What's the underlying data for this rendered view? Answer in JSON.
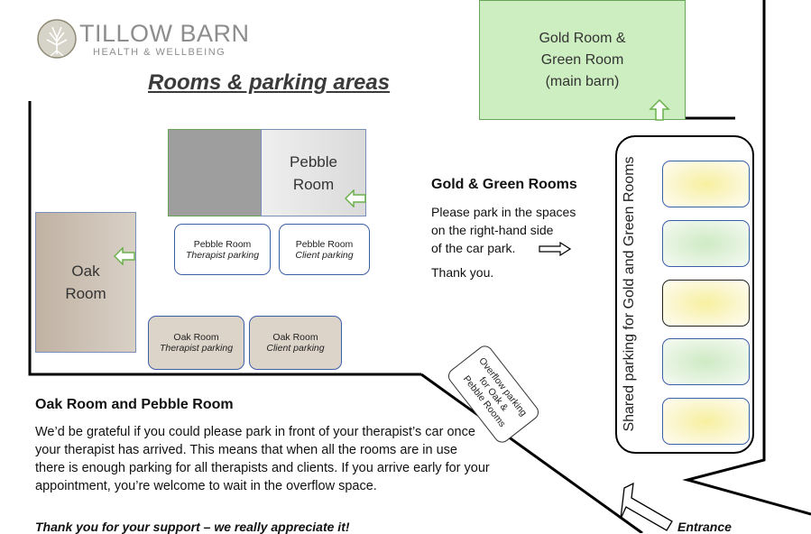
{
  "logo": {
    "title": "TILLOW BARN",
    "subtitle": "HEALTH & WELLBEING",
    "icon": "tree-icon"
  },
  "page_title": "Rooms & parking areas",
  "rooms": {
    "gold_green": "Gold Room &\nGreen Room\n(main barn)",
    "pebble": "Pebble\nRoom",
    "oak": "Oak\nRoom"
  },
  "parking": {
    "pebble_therapist": {
      "line1": "Pebble Room",
      "line2": "Therapist parking"
    },
    "pebble_client": {
      "line1": "Pebble Room",
      "line2": "Client parking"
    },
    "oak_therapist": {
      "line1": "Oak Room",
      "line2": "Therapist parking"
    },
    "oak_client": {
      "line1": "Oak Room",
      "line2": "Client parking"
    },
    "overflow": "Overflow parking\nfor Oak &\nPebble Rooms",
    "shared": "Shared parking for Gold and Green Rooms",
    "slot_colors": [
      "yellow",
      "green",
      "yellow",
      "green",
      "yellow"
    ]
  },
  "gold_green_info": {
    "heading": "Gold & Green Rooms",
    "text": "Please park in the spaces\non the right-hand side\nof the car park.",
    "thanks": "Thank you."
  },
  "oak_pebble_info": {
    "heading": "Oak Room and Pebble Room",
    "text": "We’d be grateful if you could please park in front of your therapist’s car once your therapist has arrived. This means that when all the rooms are in use there is enough parking for all therapists and clients. If you arrive early for your appointment, you’re welcome to wait in the overflow space.",
    "footer": "Thank you for your support – we really appreciate it!"
  },
  "entrance": "Entrance",
  "colors": {
    "green_room": "#cdeec0",
    "pebble_room": "#e6e6e6",
    "pebble_dark": "#9e9e9e",
    "oak_room": "#c9bcad",
    "oak_park": "#dcd3c9",
    "border_blue": "#3b5ea8"
  }
}
